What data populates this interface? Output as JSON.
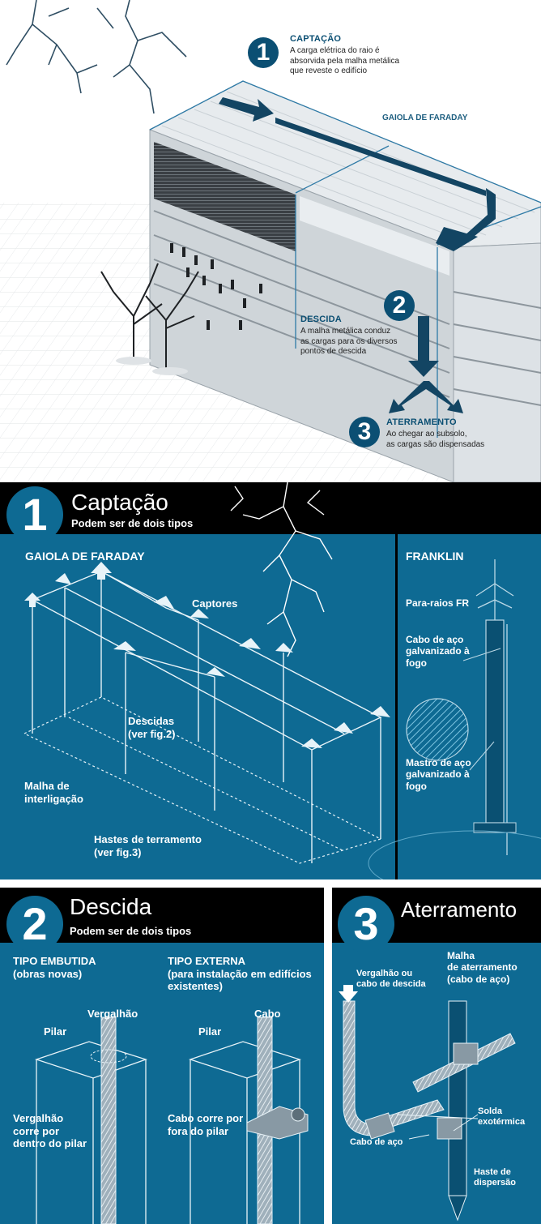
{
  "top": {
    "step1": {
      "num": "1",
      "title": "CAPTAÇÃO",
      "body": "A carga elétrica do raio é\nabsorvida pela malha metálica\nque reveste o edifício"
    },
    "faraday_label": "GAIOLA DE FARADAY",
    "step2": {
      "num": "2",
      "title": "DESCIDA",
      "body": "A malha metálica conduz\nas cargas para os diversos\npontos de descida"
    },
    "step3": {
      "num": "3",
      "title": "ATERRAMENTO",
      "body": "Ao chegar ao subsolo,\nas cargas são dispensadas"
    }
  },
  "panel1": {
    "num": "1",
    "title": "Captação",
    "subtitle": "Podem ser de dois tipos",
    "faraday": {
      "heading": "GAIOLA DE FARADAY",
      "captores": "Captores",
      "descidas": "Descidas\n(ver fig.2)",
      "malha": "Malha de\ninterligação",
      "hastes": "Hastes de terramento\n(ver fig.3)"
    },
    "franklin": {
      "heading": "FRANKLIN",
      "pararaios": "Para-raios FR",
      "cabo": "Cabo de aço\ngalvanizado à\nfogo",
      "mastro": "Mastro de aço\ngalvanizado à\nfogo"
    }
  },
  "panel2": {
    "num": "2",
    "title": "Descida",
    "subtitle": "Podem ser de dois tipos",
    "embutida": {
      "heading": "TIPO EMBUTIDA\n(obras novas)",
      "pilar": "Pilar",
      "vergalhao": "Vergalhão",
      "desc": "Vergalhão\ncorre por\ndentro do pilar"
    },
    "externa": {
      "heading": "TIPO EXTERNA\n(para instalação em edifícios\nexistentes)",
      "pilar": "Pilar",
      "cabo": "Cabo",
      "desc": "Cabo corre por\nfora do pilar"
    }
  },
  "panel3": {
    "num": "3",
    "title": "Aterramento",
    "vergalhao": "Vergalhão ou\ncabo de descida",
    "malha": "Malha\nde aterramento\n(cabo de aço)",
    "solda": "Solda\nexotérmica",
    "cabo": "Cabo de aço",
    "haste": "Haste de\ndispersão"
  },
  "colors": {
    "dark_blue": "#0b4f73",
    "panel_blue": "#0e6a93",
    "black": "#000000"
  }
}
